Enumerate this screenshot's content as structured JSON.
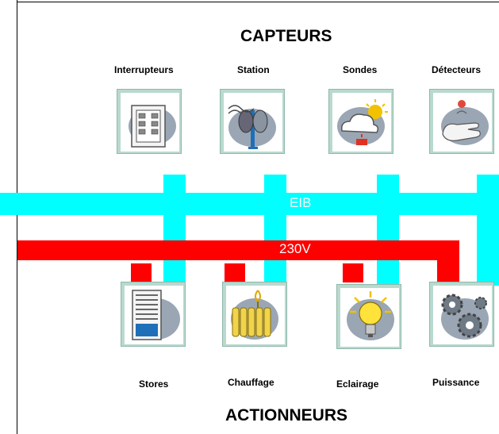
{
  "headings": {
    "top": "CAPTEURS",
    "bottom": "ACTIONNEURS"
  },
  "buses": {
    "eib": "EIB",
    "power": "230V"
  },
  "sensors": [
    {
      "label": "Interrupteurs",
      "icon": "wall-switch-icon"
    },
    {
      "label": "Station",
      "icon": "weather-station-icon"
    },
    {
      "label": "Sondes",
      "icon": "cloud-sun-icon"
    },
    {
      "label": "Détecteurs",
      "icon": "hand-detector-icon"
    }
  ],
  "actuators": [
    {
      "label": "Stores",
      "icon": "blinds-icon"
    },
    {
      "label": "Chauffage",
      "icon": "radiator-icon"
    },
    {
      "label": "Eclairage",
      "icon": "light-bulb-icon"
    },
    {
      "label": "Puissance",
      "icon": "gears-icon"
    }
  ],
  "colors": {
    "eib": "#00ffff",
    "power": "#ff0000",
    "tile": "#b9d9cf",
    "blob": "#9aa6b4"
  }
}
